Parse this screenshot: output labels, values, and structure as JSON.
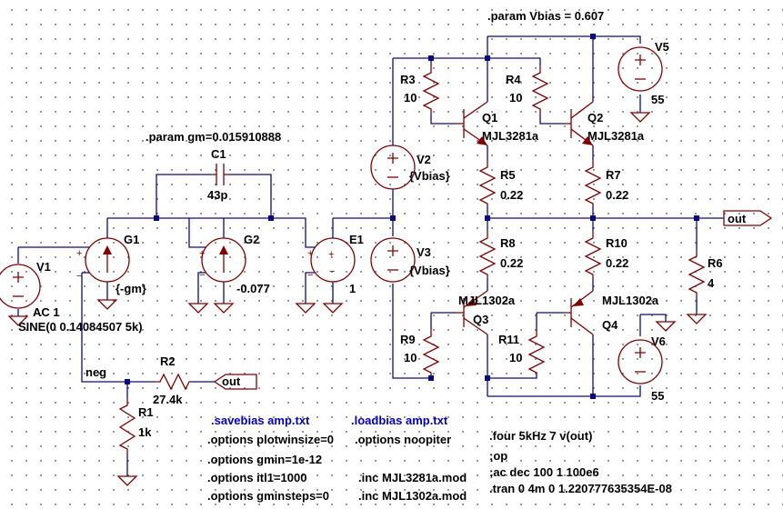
{
  "params": {
    "gm": ".param gm=0.015910888",
    "vbias": ".param Vbias = 0.607"
  },
  "components": {
    "C1": {
      "name": "C1",
      "value": "43p"
    },
    "G1": {
      "name": "G1",
      "value": "{-gm}"
    },
    "G2": {
      "name": "G2",
      "value": "-0.077"
    },
    "E1": {
      "name": "E1",
      "value": "1"
    },
    "V1": {
      "name": "V1",
      "ac": "AC 1",
      "value": "SINE(0 0.14084507 5k)"
    },
    "V2": {
      "name": "V2",
      "value": "{Vbias}"
    },
    "V3": {
      "name": "V3",
      "value": "{Vbias}"
    },
    "V5": {
      "name": "V5",
      "value": "55"
    },
    "V6": {
      "name": "V6",
      "value": "55"
    },
    "R1": {
      "name": "R1",
      "value": "1k"
    },
    "R2": {
      "name": "R2",
      "value": "27.4k"
    },
    "R3": {
      "name": "R3",
      "value": "10"
    },
    "R4": {
      "name": "R4",
      "value": "10"
    },
    "R5": {
      "name": "R5",
      "value": "0.22"
    },
    "R6": {
      "name": "R6",
      "value": "4"
    },
    "R7": {
      "name": "R7",
      "value": "0.22"
    },
    "R8": {
      "name": "R8",
      "value": "0.22"
    },
    "R9": {
      "name": "R9",
      "value": "10"
    },
    "R10": {
      "name": "R10",
      "value": "0.22"
    },
    "R11": {
      "name": "R11",
      "value": "10"
    },
    "Q1": {
      "name": "Q1",
      "model": "MJL3281a"
    },
    "Q2": {
      "name": "Q2",
      "model": "MJL3281a"
    },
    "Q3": {
      "name": "Q3",
      "model": "MJL1302a"
    },
    "Q4": {
      "name": "Q4",
      "model": "MJL1302a"
    }
  },
  "nets": {
    "neg": "neg",
    "out_main": "out",
    "out_feedback": "out"
  },
  "directives": {
    "savebias": ".savebias amp.txt",
    "loadbias": ".loadbias amp.txt",
    "plotwinsize": ".options plotwinsize=0",
    "noopiter": ".options noopiter",
    "gmin": ".options gmin=1e-12",
    "itl1": ".options itl1=1000",
    "gminsteps": ".options gminsteps=0",
    "inc1": ".inc MJL3281a.mod",
    "inc2": ".inc MJL1302a.mod",
    "four": ".four 5kHz 7 v(out)",
    "op": ";op",
    "ac": ";ac dec 100 1 100e6",
    "tran": ".tran 0 4m 0 1.220777635354E-08"
  },
  "colors": {
    "wire": "#0a0a88",
    "part": "#800000",
    "directive_blue": "#0000cc"
  }
}
